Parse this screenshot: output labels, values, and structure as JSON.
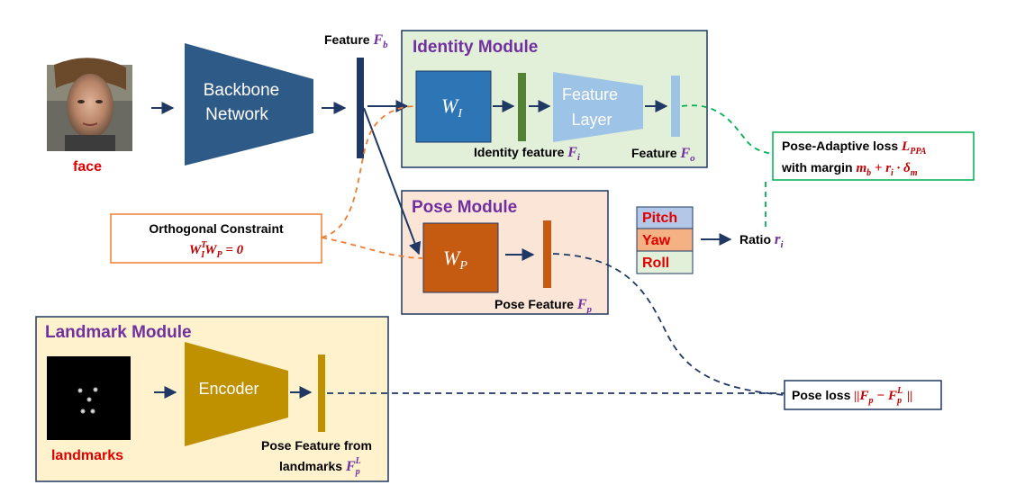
{
  "inputs": {
    "face_label": "face",
    "landmarks_label": "landmarks"
  },
  "backbone": {
    "line1": "Backbone",
    "line2": "Network"
  },
  "feature_fb": {
    "text": "Feature ",
    "var": "F",
    "sub": "b"
  },
  "identity_module": {
    "title": "Identity Module",
    "wi_var": "W",
    "wi_sub": "I",
    "feature_layer_line1": "Feature",
    "feature_layer_line2": "Layer",
    "identity_feature_text": "Identity feature ",
    "identity_feature_var": "F",
    "identity_feature_sub": "i",
    "feature_fo_text": "Feature ",
    "feature_fo_var": "F",
    "feature_fo_sub": "o"
  },
  "pose_module": {
    "title": "Pose Module",
    "wp_var": "W",
    "wp_sub": "P",
    "pose_feature_text": "Pose Feature ",
    "pose_feature_var": "F",
    "pose_feature_sub": "p"
  },
  "orthogonal": {
    "title": "Orthogonal Constraint",
    "eq_w1": "W",
    "eq_w1_sub": "I",
    "eq_w1_sup": "T",
    "eq_w2": "W",
    "eq_w2_sub": "P",
    "eq_rest": " = 0"
  },
  "angles": {
    "pitch": "Pitch",
    "yaw": "Yaw",
    "roll": "Roll"
  },
  "ratio": {
    "text": "Ratio ",
    "var": "r",
    "sub": "i"
  },
  "pose_adaptive": {
    "line1_text": "Pose-Adaptive loss ",
    "line1_var": "L",
    "line1_sub": "PPA",
    "line2_text": "with margin ",
    "line2_mb": "m",
    "line2_mb_sub": "b",
    "line2_plus": " + ",
    "line2_r": "r",
    "line2_r_sub": "i",
    "line2_dot": " · ",
    "line2_delta": "δ",
    "line2_delta_sub": "m"
  },
  "landmark_module": {
    "title": "Landmark Module",
    "encoder": "Encoder",
    "pose_from_line1": "Pose Feature from",
    "pose_from_line2": "landmarks ",
    "pose_from_var": "F",
    "pose_from_sub": "p",
    "pose_from_sup": "L"
  },
  "pose_loss": {
    "text": "Pose loss ",
    "bars_open": "||",
    "v1": "F",
    "v1_sub": "p",
    "minus": " − ",
    "v2": "F",
    "v2_sub": "p",
    "v2_sup": "L",
    "bars_close": "||"
  },
  "colors": {
    "navy": "#1f3864",
    "backbone": "#2e5a87",
    "identity_bg": "#e2efd9",
    "pose_bg": "#fbe5d6",
    "landmark_bg": "#fff2cc",
    "purple": "#7030a0",
    "red": "#e00000",
    "wi_blue": "#2e75b6",
    "green_bar": "#548235",
    "feature_layer": "#9dc3e6",
    "wp_orange": "#c55a11",
    "encoder_gold": "#bf9000",
    "orange_dash": "#ed7d31",
    "green_dash": "#00b050"
  }
}
